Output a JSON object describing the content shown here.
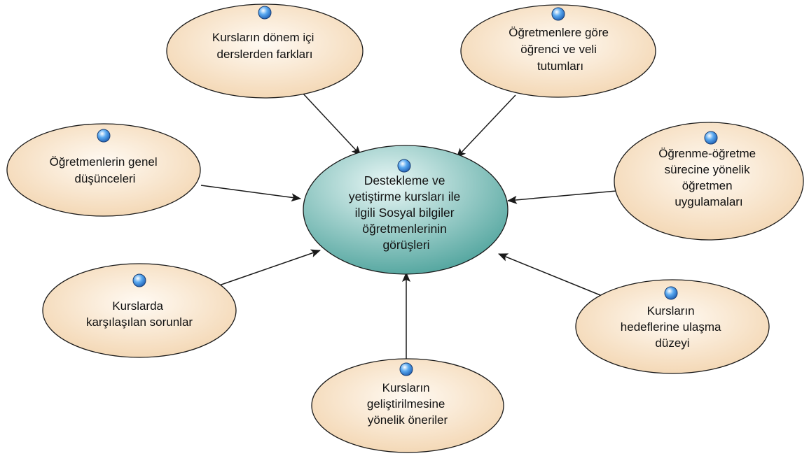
{
  "diagram": {
    "colors": {
      "satellite_fill_light": "#fffaf3",
      "satellite_fill_dark": "#f3d6b2",
      "center_fill_light": "#e9f7f6",
      "center_fill_dark": "#4ea39c",
      "outline": "#1a1a1a",
      "arrow": "#1a1a1a",
      "marker_fill": "#5aa9f0"
    },
    "central": {
      "lines": [
        "Destekleme ve",
        "yetiştirme kursları ile",
        "ilgili Sosyal bilgiler",
        "öğretmenlerinin",
        "görüşleri"
      ]
    },
    "nodes": [
      {
        "id": "donem-ici",
        "lines": [
          "Kursların dönem içi",
          "derslerden farkları"
        ]
      },
      {
        "id": "ogrenci-veli",
        "lines": [
          "Öğretmenlere göre",
          "öğrenci ve veli",
          "tutumları"
        ]
      },
      {
        "id": "genel-dusunceler",
        "lines": [
          "Öğretmenlerin genel",
          "düşünceleri"
        ]
      },
      {
        "id": "ogrenme-ogretme",
        "lines": [
          "Öğrenme-öğretme",
          "sürecine yönelik",
          "öğretmen",
          "uygulamaları"
        ]
      },
      {
        "id": "sorunlar",
        "lines": [
          "Kurslarda",
          "karşılaşılan sorunlar"
        ]
      },
      {
        "id": "hedefler",
        "lines": [
          "Kursların",
          "hedeflerine ulaşma",
          "düzeyi"
        ]
      },
      {
        "id": "oneriler",
        "lines": [
          "Kursların",
          "geliştirilmesine",
          "yönelik öneriler"
        ]
      }
    ]
  }
}
